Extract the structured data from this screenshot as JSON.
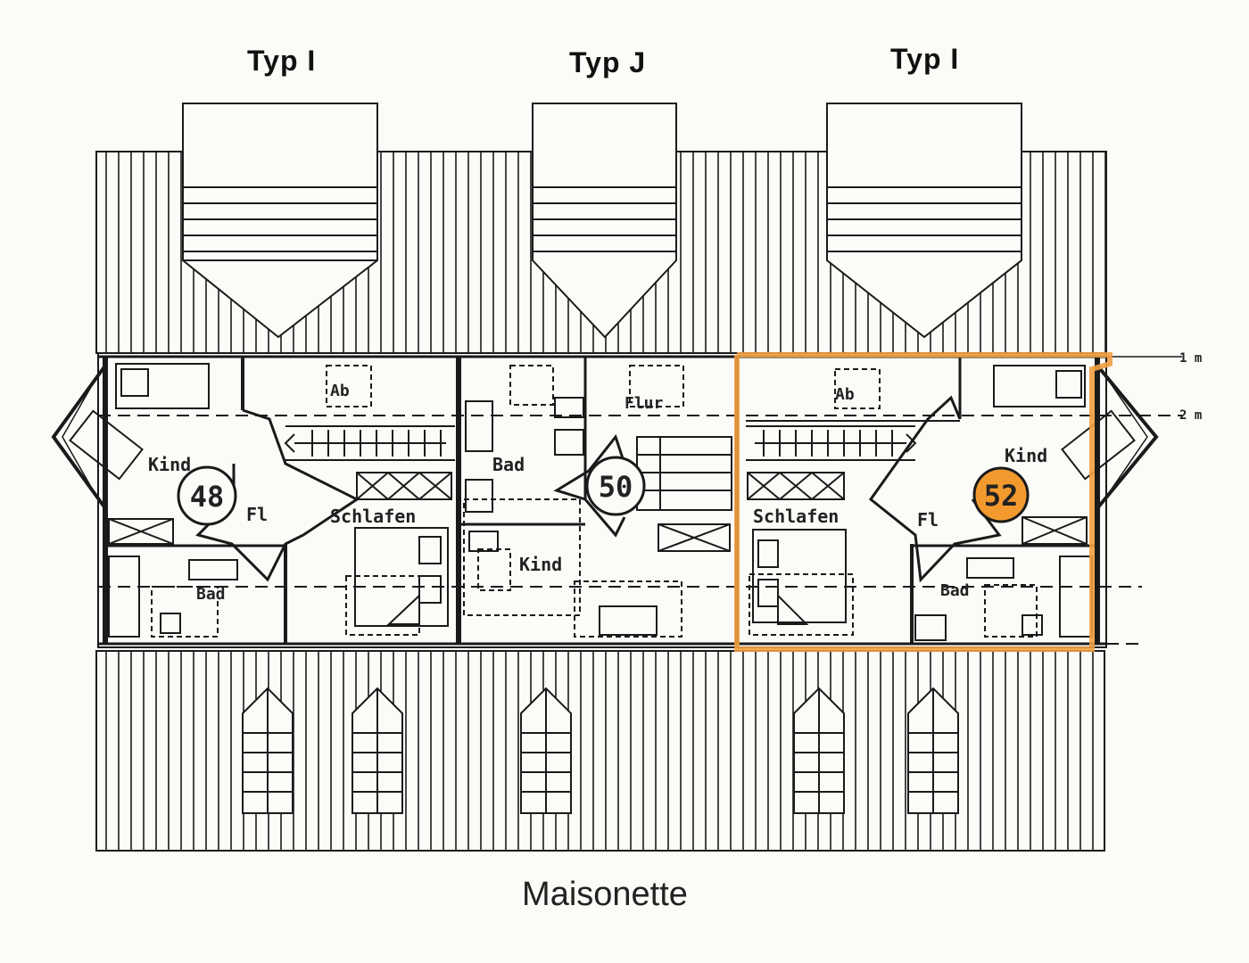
{
  "types": [
    "Typ I",
    "Typ J",
    "Typ I"
  ],
  "caption": "Maisonette",
  "level_marks": [
    "1 m",
    "2 m"
  ],
  "units": [
    {
      "number": "48",
      "highlighted": false
    },
    {
      "number": "50",
      "highlighted": false
    },
    {
      "number": "52",
      "highlighted": true
    }
  ],
  "rooms": {
    "u1_kind": "Kind",
    "u1_fl": "Fl",
    "u1_ab": "Ab",
    "u1_schlafen": "Schlafen",
    "u1_bad": "Bad",
    "u2_flur": "Flur",
    "u2_bad": "Bad",
    "u2_kind": "Kind",
    "u3_ab": "Ab",
    "u3_schlafen": "Schlafen",
    "u3_fl": "Fl",
    "u3_kind": "Kind",
    "u3_bad": "Bad"
  },
  "colors": {
    "highlight": "#f0a040",
    "highlight_fill": "#f39a2e",
    "ink": "#1a1a1a"
  }
}
